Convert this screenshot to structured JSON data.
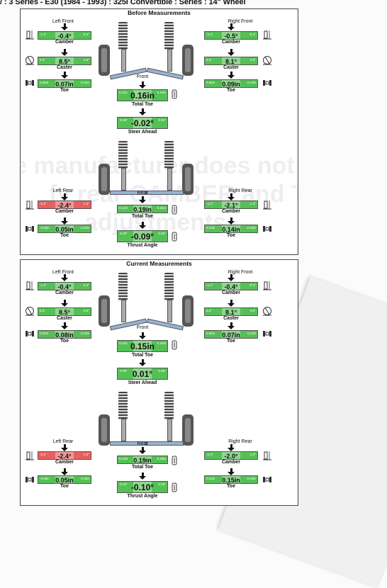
{
  "header": "/ : 3 Series - E30 (1984 - 1993) : 325i Convertible : Series : 14\" Wheel",
  "watermark": [
    "e manufacturer does not",
    "fy rear CAMBER and TOE",
    "adjustments."
  ],
  "panels": [
    {
      "title": "Before Measurements",
      "front": {
        "left_label": "Left Front",
        "right_label": "Right Front",
        "left": {
          "camber": {
            "min": "-1.3°",
            "max": "-0.3°",
            "value": "-0.4°",
            "status": "green"
          },
          "caster": {
            "min": "6.5°",
            "max": "9.5°",
            "value": "8.5°",
            "status": "green"
          },
          "toe": {
            "min": "0.06in",
            "max": "0.12in",
            "value": "0.07in",
            "status": "green"
          }
        },
        "right": {
          "camber": {
            "min": "-1.3°",
            "max": "-0.3°",
            "value": "-0.5°",
            "status": "green"
          },
          "caster": {
            "min": "6.5°",
            "max": "9.5°",
            "value": "8.1°",
            "status": "green"
          },
          "toe": {
            "min": "0.06in",
            "max": "0.12in",
            "value": "0.09in",
            "status": "green"
          }
        },
        "axle_label": "Front",
        "total_toe": {
          "min": "0.11in",
          "max": "0.19in",
          "value": "0.16in",
          "status": "green"
        },
        "steer_ahead": {
          "min": "-0.05°",
          "max": "0.05°",
          "value": "-0.02°",
          "status": "green"
        }
      },
      "rear": {
        "left_label": "Left Rear",
        "right_label": "Right Rear",
        "left": {
          "camber": {
            "min": "-2.3°",
            "max": "-1.3°",
            "value": "-2.4°",
            "status": "red"
          },
          "toe": {
            "min": "-0.03in",
            "max": "0.23in",
            "value": "0.05in",
            "status": "green"
          }
        },
        "right": {
          "camber": {
            "min": "-2.3°",
            "max": "-1.3°",
            "value": "-2.1°",
            "status": "green"
          },
          "toe": {
            "min": "0.23in",
            "max": "-0.03in",
            "value": "0.14in",
            "status": "green"
          }
        },
        "axle_label": "Rear",
        "total_toe": {
          "min": "0.13in",
          "max": "0.25in",
          "value": "0.19in",
          "status": "green"
        },
        "thrust_angle": {
          "min": "-0.25°",
          "max": "0.25°",
          "value": "-0.09°",
          "status": "green"
        }
      }
    },
    {
      "title": "Current Measurements",
      "front": {
        "left_label": "Left Front",
        "right_label": "Right Front",
        "left": {
          "camber": {
            "min": "-1.3°",
            "max": "-0.3°",
            "value": "-0.4°",
            "status": "green"
          },
          "caster": {
            "min": "6.5°",
            "max": "9.5°",
            "value": "8.5°",
            "status": "green"
          },
          "toe": {
            "min": "0.06in",
            "max": "0.12in",
            "value": "0.08in",
            "status": "green"
          }
        },
        "right": {
          "camber": {
            "min": "-1.3°",
            "max": "-0.3°",
            "value": "-0.4°",
            "status": "green"
          },
          "caster": {
            "min": "6.5°",
            "max": "9.5°",
            "value": "8.1°",
            "status": "green"
          },
          "toe": {
            "min": "0.06in",
            "max": "0.12in",
            "value": "0.07in",
            "status": "green"
          }
        },
        "axle_label": "Front",
        "total_toe": {
          "min": "0.11in",
          "max": "0.19in",
          "value": "0.15in",
          "status": "green"
        },
        "steer_ahead": {
          "min": "-0.05°",
          "max": "0.05°",
          "value": "0.01°",
          "status": "green"
        }
      },
      "rear": {
        "left_label": "Left Rear",
        "right_label": "Right Rear",
        "left": {
          "camber": {
            "min": "-2.3°",
            "max": "-1.3°",
            "value": "-2.4°",
            "status": "red"
          },
          "toe": {
            "min": "-0.03in",
            "max": "0.23in",
            "value": "0.05in",
            "status": "green"
          }
        },
        "right": {
          "camber": {
            "min": "-2.3°",
            "max": "-1.3°",
            "value": "-2.0°",
            "status": "green"
          },
          "toe": {
            "min": "0.23in",
            "max": "-0.03in",
            "value": "0.15in",
            "status": "green"
          }
        },
        "axle_label": "Rear",
        "total_toe": {
          "min": "0.13in",
          "max": "0.25in",
          "value": "0.19in",
          "status": "green"
        },
        "thrust_angle": {
          "min": "-0.25°",
          "max": "0.25°",
          "value": "-0.10°",
          "status": "green"
        }
      }
    }
  ],
  "labels": {
    "camber": "Camber",
    "caster": "Caster",
    "toe": "Toe",
    "total_toe": "Total Toe",
    "steer_ahead": "Steer Ahead",
    "thrust_angle": "Thrust Angle"
  },
  "colors": {
    "green": "#55c055",
    "red": "#e86060"
  }
}
